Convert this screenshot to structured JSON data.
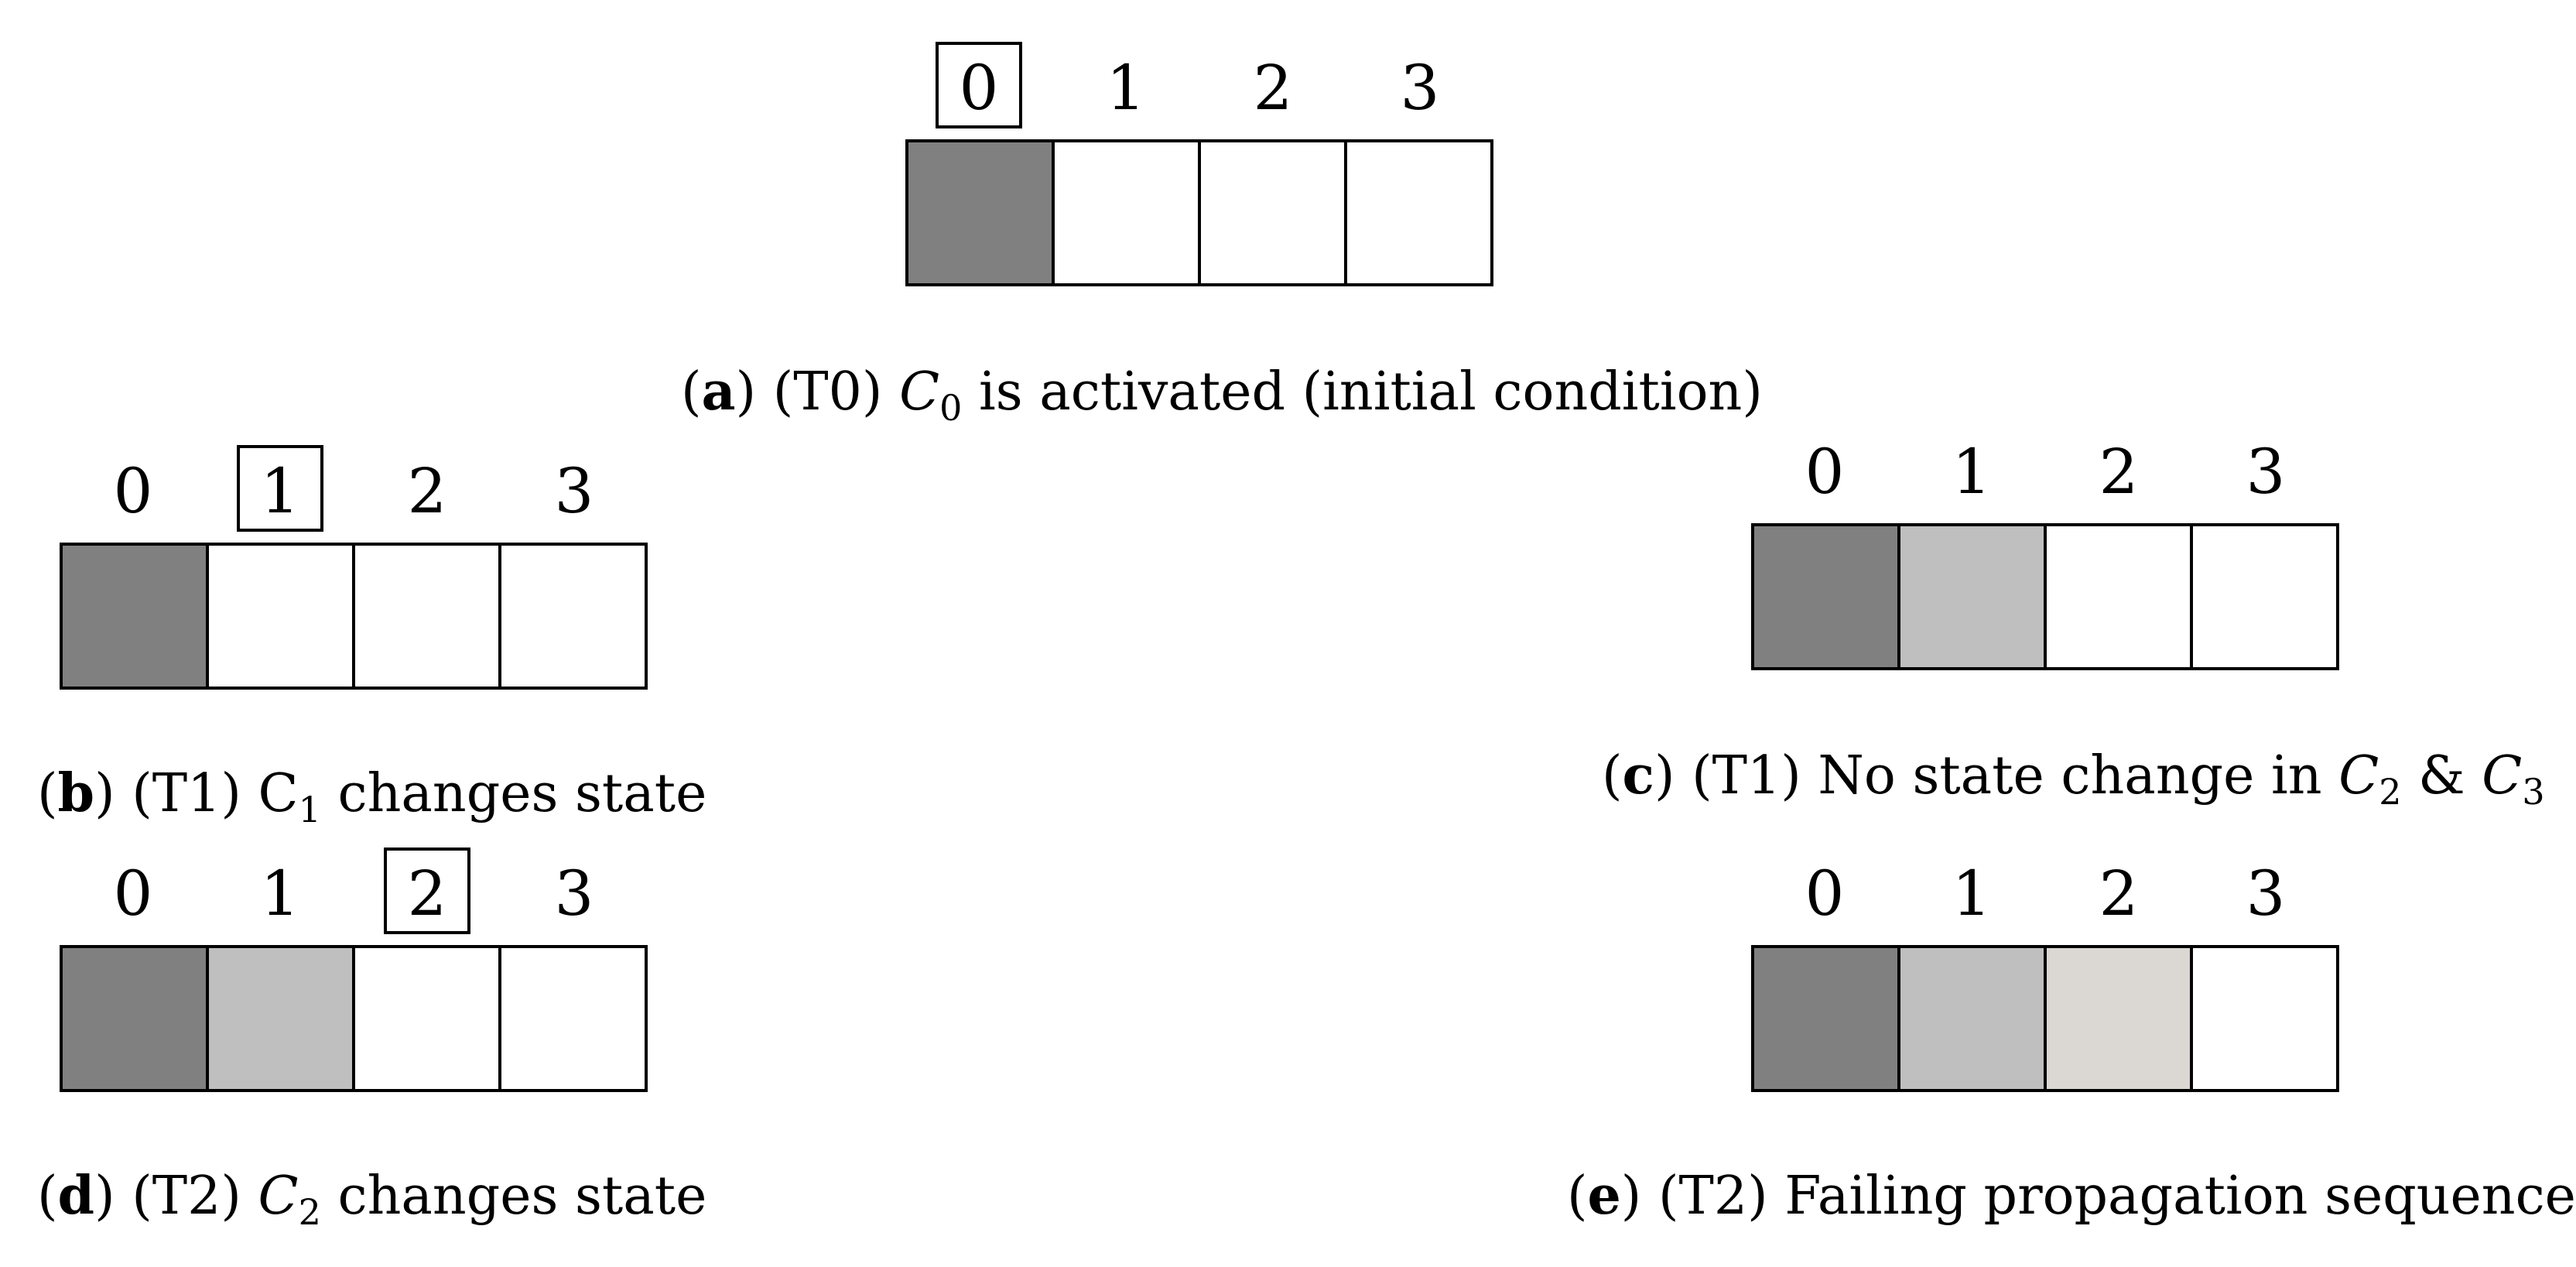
{
  "colors": {
    "active": "#808080",
    "changed": "#bfbfbf",
    "failing": "#dbd7d2",
    "inactive": "#ffffff"
  },
  "panels": [
    {
      "id": "a",
      "indices": [
        "0",
        "1",
        "2",
        "3"
      ],
      "highlight": 0,
      "states": [
        "active",
        "inactive",
        "inactive",
        "inactive"
      ],
      "caption": {
        "letter": "a",
        "time": "(T0)",
        "comp_letter": "C",
        "comp_sub": "0",
        "comp_italic": true,
        "text": "is activated (initial condition)"
      }
    },
    {
      "id": "b",
      "indices": [
        "0",
        "1",
        "2",
        "3"
      ],
      "highlight": 1,
      "states": [
        "active",
        "inactive",
        "inactive",
        "inactive"
      ],
      "caption": {
        "letter": "b",
        "time": "(T1)",
        "comp_letter": "C",
        "comp_sub": "1",
        "comp_italic": false,
        "text": "changes state"
      }
    },
    {
      "id": "c",
      "indices": [
        "0",
        "1",
        "2",
        "3"
      ],
      "highlight": null,
      "states": [
        "active",
        "changed",
        "inactive",
        "inactive"
      ],
      "caption": {
        "letter": "c",
        "time": "(T1)",
        "text": "No state change in",
        "c2_letter": "C",
        "c2_sub": "2",
        "amp": "&",
        "c3_letter": "C",
        "c3_sub": "3"
      }
    },
    {
      "id": "d",
      "indices": [
        "0",
        "1",
        "2",
        "3"
      ],
      "highlight": 2,
      "states": [
        "active",
        "changed",
        "inactive",
        "inactive"
      ],
      "caption": {
        "letter": "d",
        "time": "(T2)",
        "comp_letter": "C",
        "comp_sub": "2",
        "comp_italic": true,
        "text": "changes state"
      }
    },
    {
      "id": "e",
      "indices": [
        "0",
        "1",
        "2",
        "3"
      ],
      "highlight": null,
      "states": [
        "active",
        "changed",
        "failing",
        "inactive"
      ],
      "caption": {
        "letter": "e",
        "time": "(T2)",
        "text": "Failing propagation sequence"
      }
    }
  ]
}
